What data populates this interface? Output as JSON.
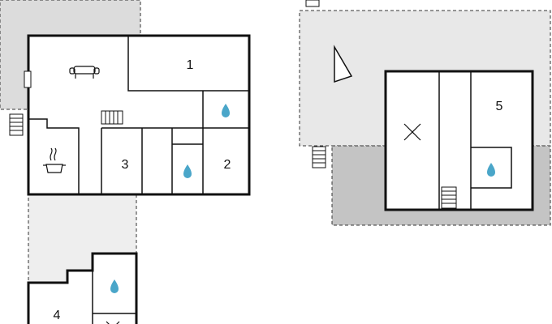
{
  "colors": {
    "wall": "#111111",
    "room_fill": "#ffffff",
    "terrace_light": "#e6e6e6",
    "terrace_dark": "#bfbfbf",
    "dash": "#333333",
    "water": "#4aa6c9"
  },
  "rooms": [
    {
      "id": "room-1",
      "label": "1"
    },
    {
      "id": "room-2",
      "label": "2"
    },
    {
      "id": "room-3",
      "label": "3"
    },
    {
      "id": "room-4",
      "label": "4"
    },
    {
      "id": "room-5",
      "label": "5"
    }
  ],
  "icons": [
    "sofa-icon",
    "kitchen-pot-icon",
    "stairs-icon",
    "water-drop-icon",
    "window-icon",
    "north-arrow-icon",
    "cross-mark-icon"
  ]
}
